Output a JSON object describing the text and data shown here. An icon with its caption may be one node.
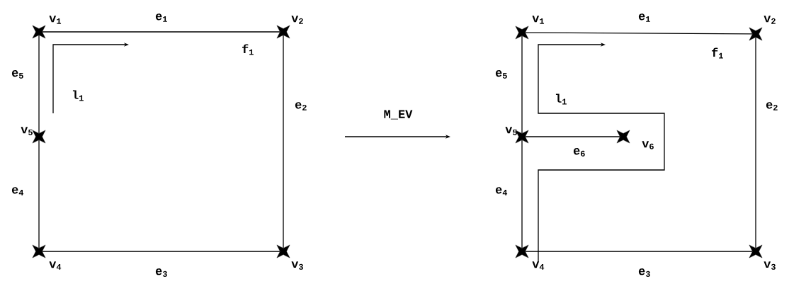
{
  "diagram": {
    "nodes": [
      {
        "text": [],
        "shape": "star",
        "beside": [
          "v$_{1}$"
        ]
      },
      {
        "text": [],
        "shape": "star",
        "beside": [
          "v$_{2}$"
        ]
      },
      {
        "text": [],
        "shape": "star",
        "beside": [
          "v$_{3}$"
        ]
      },
      {
        "text": [],
        "shape": "star",
        "beside": [
          "v$_{4}$"
        ]
      },
      {
        "text": [],
        "shape": "star",
        "beside": [
          "v$_{5}$"
        ]
      },
      {
        "text": [],
        "shape": "star",
        "beside": [
          "v$_{1}$"
        ]
      },
      {
        "text": [],
        "shape": "star",
        "beside": [
          "v$_{2}$"
        ]
      },
      {
        "text": [],
        "shape": "star",
        "beside": [
          "v$_{3}$"
        ]
      },
      {
        "text": [],
        "shape": "star",
        "beside": [
          "v$_{4}$"
        ]
      },
      {
        "text": [],
        "shape": "star",
        "beside": [
          "v$_{5}$"
        ]
      },
      {
        "text": [],
        "shape": "star",
        "beside": [
          "v$_{6}$"
        ]
      }
    ],
    "edges": [
      {
        "from": 0,
        "to": 1,
        "arrow": "none",
        "label": "e$_{1}$"
      },
      {
        "from": 1,
        "to": 2,
        "arrow": "none",
        "label": "e$_{2}$"
      },
      {
        "from": 2,
        "to": 3,
        "arrow": "none",
        "label": "e$_{3}$"
      },
      {
        "from": 3,
        "to": 4,
        "arrow": "none",
        "label": "e$_{4}$"
      },
      {
        "from": 4,
        "to": 0,
        "arrow": "none",
        "label": "e$_{5}$"
      },
      {
        "from": 5,
        "to": 6,
        "arrow": "none",
        "label": "e$_{1}$"
      },
      {
        "from": 6,
        "to": 7,
        "arrow": "none",
        "label": "e$_{2}$"
      },
      {
        "from": 7,
        "to": 8,
        "arrow": "none",
        "label": "e$_{3}$"
      },
      {
        "from": 8,
        "to": 9,
        "arrow": "none",
        "label": "e$_{4}$"
      },
      {
        "from": 9,
        "to": 5,
        "arrow": "none",
        "label": "e$_{5}$"
      },
      {
        "from": 9,
        "to": 10,
        "arrow": "none",
        "label": "e$_{6}$"
      }
    ],
    "labels": [
      "f$_{1}$",
      "l$_{1}$",
      "M_EV",
      "f$_{1}$",
      "l$_{1}$"
    ]
  }
}
